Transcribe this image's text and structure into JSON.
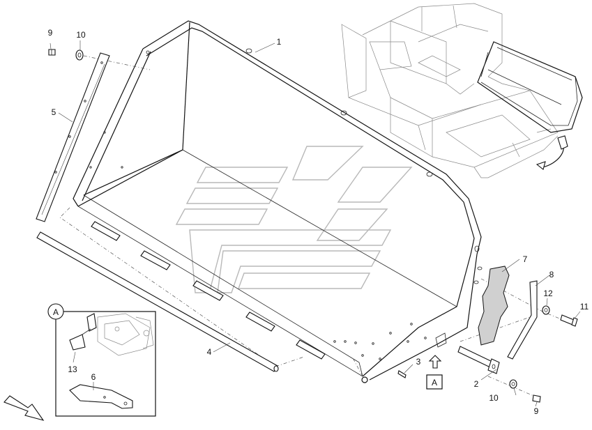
{
  "diagram": {
    "callouts": [
      {
        "id": "c1",
        "label": "1"
      },
      {
        "id": "c2",
        "label": "2"
      },
      {
        "id": "c3",
        "label": "3"
      },
      {
        "id": "c4",
        "label": "4"
      },
      {
        "id": "c5",
        "label": "5"
      },
      {
        "id": "c6",
        "label": "6"
      },
      {
        "id": "c7",
        "label": "7"
      },
      {
        "id": "c8",
        "label": "8"
      },
      {
        "id": "c9a",
        "label": "9"
      },
      {
        "id": "c9b",
        "label": "9"
      },
      {
        "id": "c10a",
        "label": "10"
      },
      {
        "id": "c10b",
        "label": "10"
      },
      {
        "id": "c11",
        "label": "11"
      },
      {
        "id": "c12",
        "label": "12"
      },
      {
        "id": "c13",
        "label": "13"
      }
    ],
    "detail_view": {
      "label": "A"
    },
    "view_marker": {
      "label": "A"
    }
  }
}
